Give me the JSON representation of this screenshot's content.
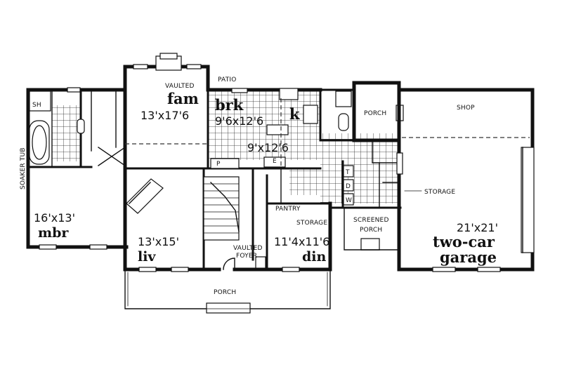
{
  "labels": {
    "patio": "PATIO",
    "vaulted_fam": "VAULTED",
    "fam_name": "fam",
    "fam_dim": "13'x17'6",
    "brk_name": "brk",
    "brk_dim": "9'6x12'6",
    "k_name": "k",
    "k_dim": "9'x12'6",
    "sh": "SH",
    "soaker_tub": "SOAKER TUB",
    "mbr_dim": "16'x13'",
    "mbr_name": "mbr",
    "liv_dim": "13'x15'",
    "liv_name": "liv",
    "vaulted_foyer_1": "VAULTED",
    "vaulted_foyer_2": "FOYER",
    "pantry": "PANTRY",
    "storage_din": "STORAGE",
    "din_dim": "11'4x11'6",
    "din_name": "din",
    "porch_main": "PORCH",
    "porch_side": "PORCH",
    "screened_1": "SCREENED",
    "screened_2": "PORCH",
    "shop": "SHOP",
    "storage_garage": "STORAGE",
    "garage_dim": "21'x21'",
    "garage_name_1": "two-car",
    "garage_name_2": "garage",
    "p": "P",
    "e": "E",
    "t": "T",
    "d": "D",
    "w": "W"
  }
}
